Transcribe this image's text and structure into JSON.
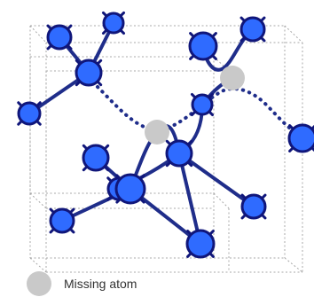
{
  "diagram": {
    "colors": {
      "atom_fill": "#2f6bff",
      "atom_stroke": "#10167a",
      "bond": "#1f2d8a",
      "missing_atom": "#c9c9c9",
      "cube_edges": "#a8a8a8",
      "broken_bond": "#1f2d8a"
    },
    "atoms": [
      {
        "id": "a1"
      },
      {
        "id": "a2"
      },
      {
        "id": "a3"
      },
      {
        "id": "a4"
      },
      {
        "id": "a5"
      },
      {
        "id": "a6"
      },
      {
        "id": "a7"
      },
      {
        "id": "a8"
      },
      {
        "id": "a9"
      },
      {
        "id": "a10"
      },
      {
        "id": "a11"
      },
      {
        "id": "a12"
      },
      {
        "id": "a13"
      },
      {
        "id": "a14"
      },
      {
        "id": "a15"
      },
      {
        "id": "a16"
      }
    ],
    "missing_atoms": [
      {
        "id": "v1"
      },
      {
        "id": "v2"
      }
    ],
    "legend": {
      "label": "Missing atom"
    }
  }
}
